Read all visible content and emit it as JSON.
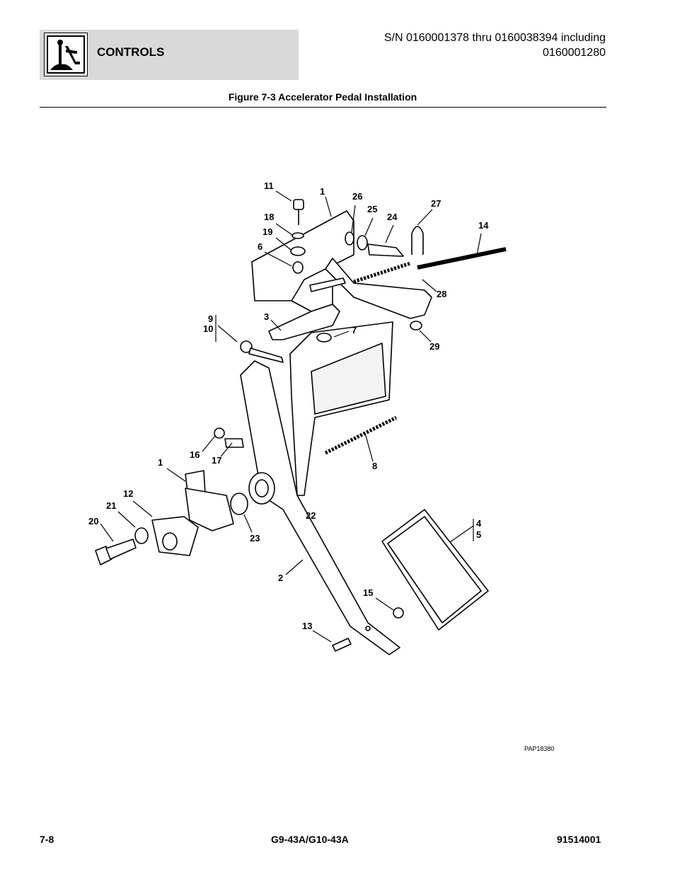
{
  "header": {
    "section_title": "CONTROLS",
    "serial_line1": "S/N 0160001378 thru 0160038394 including",
    "serial_line2": "0160001280",
    "icon": "joystick-control-icon"
  },
  "figure": {
    "title": "Figure 7-3 Accelerator Pedal Installation",
    "drawing_code": "PAP18380",
    "callouts": [
      "11",
      "1",
      "26",
      "25",
      "24",
      "27",
      "14",
      "18",
      "19",
      "6",
      "28",
      "9",
      "10",
      "3",
      "7",
      "29",
      "8",
      "16",
      "17",
      "1",
      "12",
      "21",
      "20",
      "23",
      "22",
      "4",
      "5",
      "2",
      "15",
      "13"
    ]
  },
  "footer": {
    "page": "7-8",
    "model": "G9-43A/G10-43A",
    "doc_number": "91514001"
  }
}
